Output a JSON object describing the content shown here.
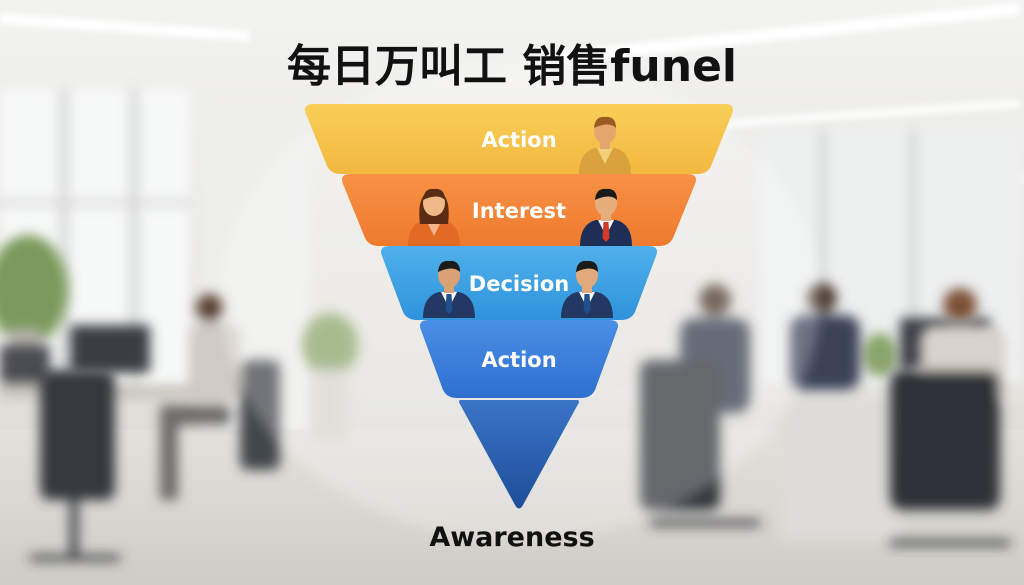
{
  "title": "每日万叫工 销售funel",
  "funnel": {
    "stages": [
      {
        "label": "Action",
        "color_top": "#f8cf58",
        "color_bottom": "#f2b840",
        "people": 1
      },
      {
        "label": "Interest",
        "color_top": "#f79145",
        "color_bottom": "#ef7a2e",
        "people": 2
      },
      {
        "label": "Decision",
        "color_top": "#4fb0ea",
        "color_bottom": "#2f93dc",
        "people": 2
      },
      {
        "label": "Action",
        "color_top": "#4a8fe6",
        "color_bottom": "#2f6fd0",
        "people": 0
      }
    ],
    "tip_color_top": "#3a74c8",
    "tip_color_bottom": "#1e4e98"
  },
  "bottom_label": "Awareness"
}
